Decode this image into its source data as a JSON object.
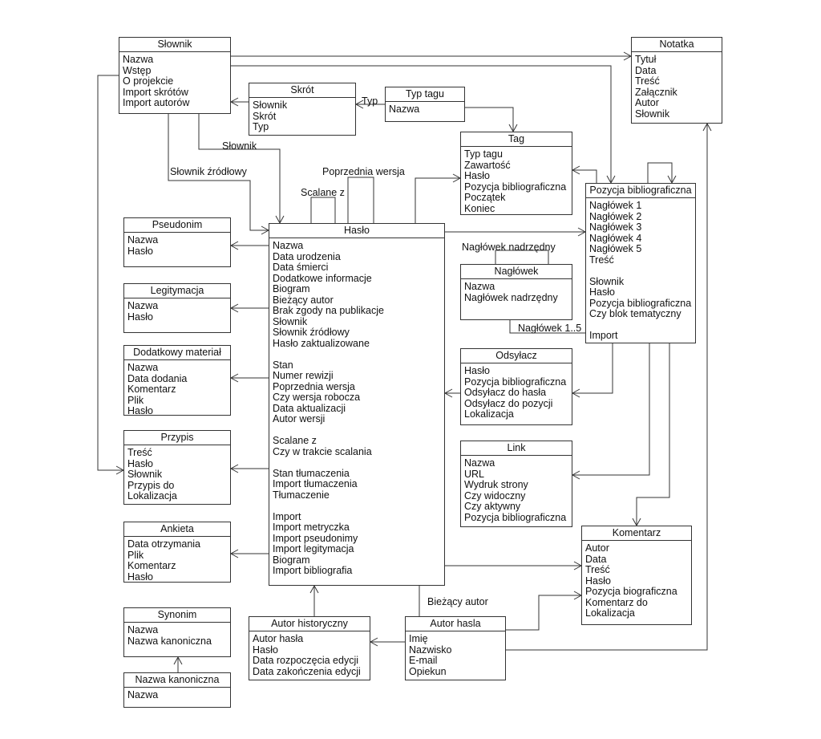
{
  "diagram": {
    "entities": {
      "slownik": {
        "name": "Słownik",
        "attributes": [
          "Nazwa",
          "Wstęp",
          "O projekcie",
          "Import skrótów",
          "Import autorów"
        ]
      },
      "notatka": {
        "name": "Notatka",
        "attributes": [
          "Tytuł",
          "Data",
          "Treść",
          "Załącznik",
          "Autor",
          "Słownik"
        ]
      },
      "skrot": {
        "name": "Skrót",
        "attributes": [
          "Słownik",
          "Skrót",
          "Typ"
        ]
      },
      "typ_tagu": {
        "name": "Typ tagu",
        "attributes": [
          "Nazwa"
        ]
      },
      "tag": {
        "name": "Tag",
        "attributes": [
          "Typ tagu",
          "Zawartość",
          "Hasło",
          "Pozycja bibliograficzna",
          "Początek",
          "Koniec"
        ]
      },
      "pozycja": {
        "name": "Pozycja bibliograficzna",
        "attributes": [
          "Nagłówek 1",
          "Nagłówek 2",
          "Nagłówek 3",
          "Nagłówek 4",
          "Nagłówek 5",
          "Treść",
          "",
          "Słownik",
          "Hasło",
          "Pozycja bibliograficzna",
          "Czy blok tematyczny",
          "",
          "Import"
        ]
      },
      "pseudonim": {
        "name": "Pseudonim",
        "attributes": [
          "Nazwa",
          "Hasło"
        ]
      },
      "haslo": {
        "name": "Hasło",
        "attributes": [
          "Nazwa",
          "Data urodzenia",
          "Data śmierci",
          "Dodatkowe informacje",
          "Biogram",
          "Bieżący autor",
          "Brak zgody na publikacje",
          "Słownik",
          "Słownik źródłowy",
          "Hasło zaktualizowane",
          "",
          "Stan",
          "Numer rewizji",
          "Poprzednia wersja",
          "Czy wersja robocza",
          "Data aktualizacji",
          "Autor wersji",
          "",
          "Scalane z",
          "Czy w trakcie scalania",
          "",
          "Stan tłumaczenia",
          "Import tłumaczenia",
          "Tłumaczenie",
          "",
          "Import",
          "Import metryczka",
          "Import pseudonimy",
          "Import legitymacja",
          "Biogram",
          "Import bibliografia"
        ]
      },
      "naglowek": {
        "name": "Nagłówek",
        "attributes": [
          "Nazwa",
          "Nagłówek nadrzędny"
        ]
      },
      "legitymacja": {
        "name": "Legitymacja",
        "attributes": [
          "Nazwa",
          "Hasło"
        ]
      },
      "dodatkowy": {
        "name": "Dodatkowy materiał",
        "attributes": [
          "Nazwa",
          "Data dodania",
          "Komentarz",
          "Plik",
          "Hasło"
        ]
      },
      "odsylacz": {
        "name": "Odsyłacz",
        "attributes": [
          "Hasło",
          "Pozycja bibliograficzna",
          "Odsyłacz do hasła",
          "Odsyłacz do pozycji",
          "Lokalizacja"
        ]
      },
      "przypis": {
        "name": "Przypis",
        "attributes": [
          "Treść",
          "Hasło",
          "Słownik",
          "Przypis do",
          "Lokalizacja"
        ]
      },
      "link": {
        "name": "Link",
        "attributes": [
          "Nazwa",
          "URL",
          "Wydruk strony",
          "Czy widoczny",
          "Czy aktywny",
          "Pozycja bibliograficzna"
        ]
      },
      "ankieta": {
        "name": "Ankieta",
        "attributes": [
          "Data otrzymania",
          "Plik",
          "Komentarz",
          "Hasło"
        ]
      },
      "komentarz": {
        "name": "Komentarz",
        "attributes": [
          "Autor",
          "Data",
          "Treść",
          "Hasło",
          "Pozycja biograficzna",
          "Komentarz do",
          "Lokalizacja"
        ]
      },
      "synonim": {
        "name": "Synonim",
        "attributes": [
          "Nazwa",
          "Nazwa kanoniczna"
        ]
      },
      "autor_hist": {
        "name": "Autor historyczny",
        "attributes": [
          "Autor hasła",
          "Hasło",
          "Data rozpoczęcia edycji",
          "Data zakończenia edycji"
        ]
      },
      "autor_hasla": {
        "name": "Autor hasla",
        "attributes": [
          "Imię",
          "Nazwisko",
          "E-mail",
          "Opiekun"
        ]
      },
      "nazwa_kan": {
        "name": "Nazwa kanoniczna",
        "attributes": [
          "Nazwa"
        ]
      }
    },
    "labels": {
      "typ": "Typ",
      "slownik": "Słownik",
      "slownik_zrodlowy": "Słownik źródłowy",
      "poprzednia_wersja": "Poprzednia wersja",
      "scalane_z": "Scalane z",
      "naglowek_nadrzedny": "Nagłówek nadrzędny",
      "naglowek_1_5": "Nagłówek 1..5",
      "biezacy_autor": "Bieżący autor"
    }
  }
}
